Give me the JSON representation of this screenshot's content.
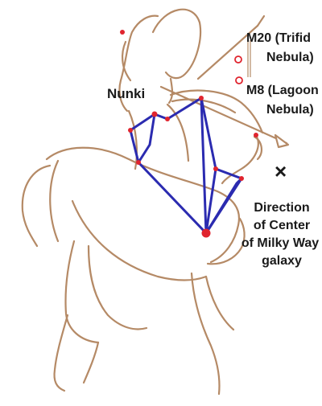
{
  "labels": {
    "star": "Nunki",
    "m20_line1": "M20 (Trifid",
    "m20_line2": "Nebula)",
    "m8_line1": "M8 (Lagoon",
    "m8_line2": "Nebula)",
    "center_marker": "×",
    "direction_line1": "Direction",
    "direction_line2": "of  Center",
    "direction_line3": "of Milky Way",
    "direction_line4": "galaxy"
  },
  "colors": {
    "figure_outline": "#b58a66",
    "constellation_lines": "#2b2bb0",
    "stars": "#e0242e",
    "text": "#1a1a1a"
  }
}
